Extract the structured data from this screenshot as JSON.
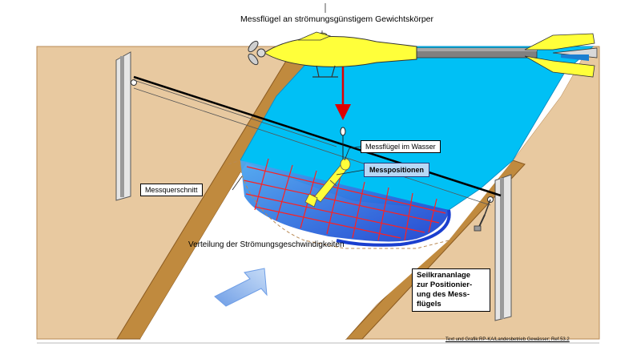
{
  "labels": {
    "title": "Messflügel an strömungsgünstigem Gewichtskörper",
    "in_water": "Messflügel im Wasser",
    "positions": "Messpositionen",
    "cross_section": "Messquerschnitt",
    "velocity": "Verteilung der Strömungsgeschwindigkeiten",
    "cableway_lines": [
      "Seilkrananlage",
      "zur Positionier-",
      "ung des Mess-",
      "flügels"
    ],
    "credit": "Text und Grafik:RP-KA/Landesbetrieb Gewässer; Ref.53.2"
  },
  "colors": {
    "water": "#00c0f5",
    "water_edge": "#1b7fd1",
    "bank": "#e8c9a0",
    "bank_edge": "#b98a55",
    "brown": "#c08a3e",
    "meter_body": "#ffff3a",
    "meter_tail": "#7f7f7f",
    "red_arrow": "#e00000",
    "grid": "#ff2020",
    "blue_arrow": "#7fa9e6"
  }
}
